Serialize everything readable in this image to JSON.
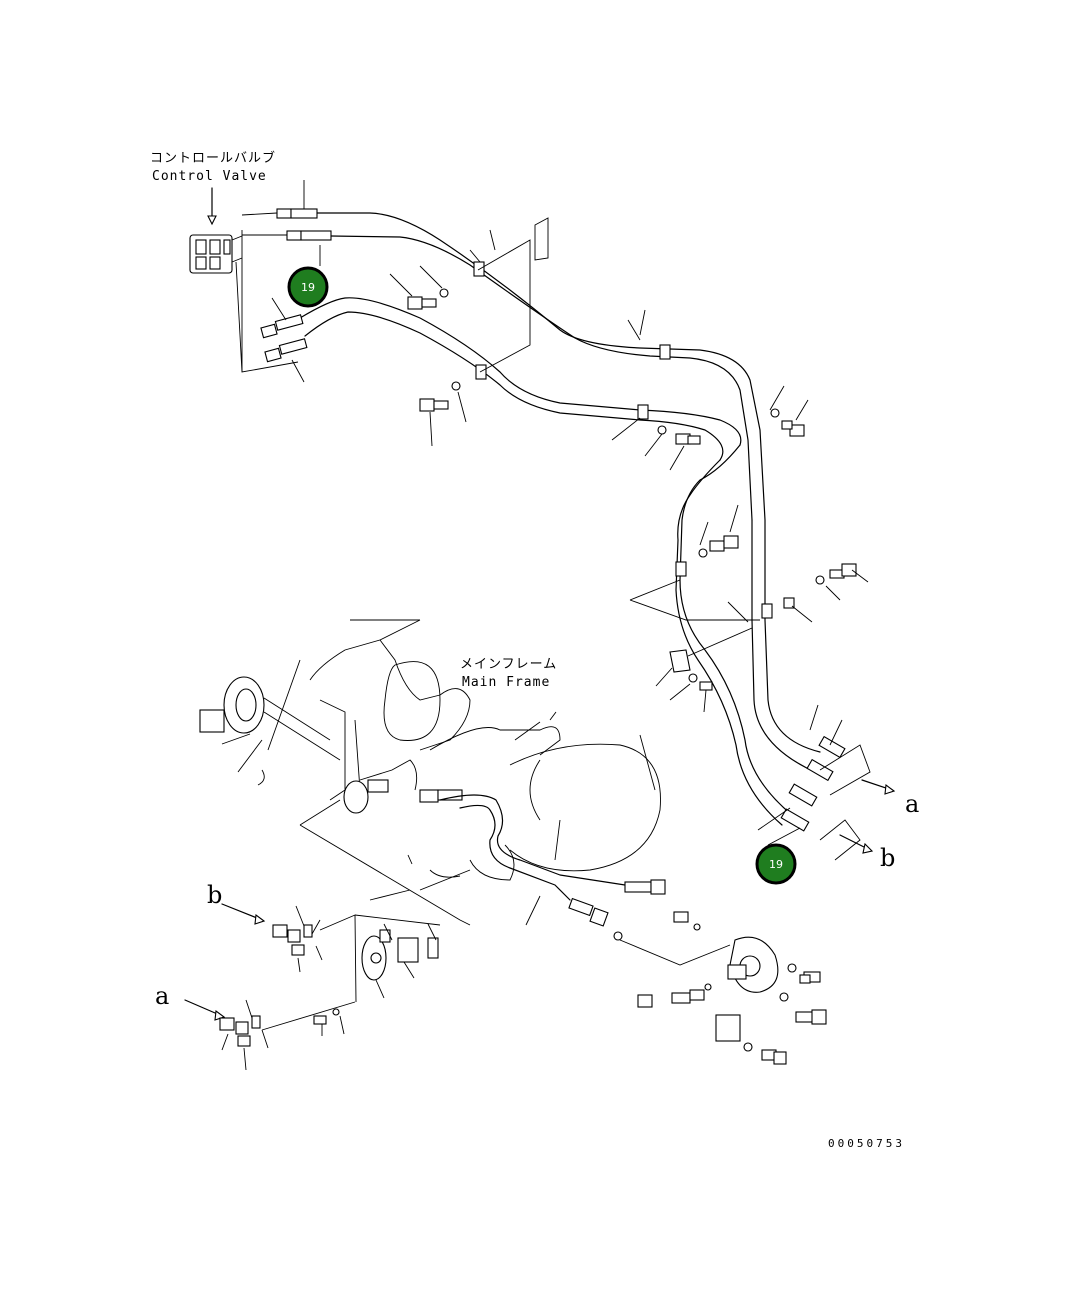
{
  "labels": {
    "control_valve_jp": "コントロールバルブ",
    "control_valve_en": "Control Valve",
    "main_frame_jp": "メインフレーム",
    "main_frame_en": "Main Frame"
  },
  "connectors": {
    "a": "a",
    "b": "b"
  },
  "callouts": {
    "top": "19",
    "bottom": "19"
  },
  "drawing_code": "00050753",
  "colors": {
    "callout_fill": "#1f7d1f",
    "callout_text": "#ffffff",
    "line": "#000000"
  }
}
